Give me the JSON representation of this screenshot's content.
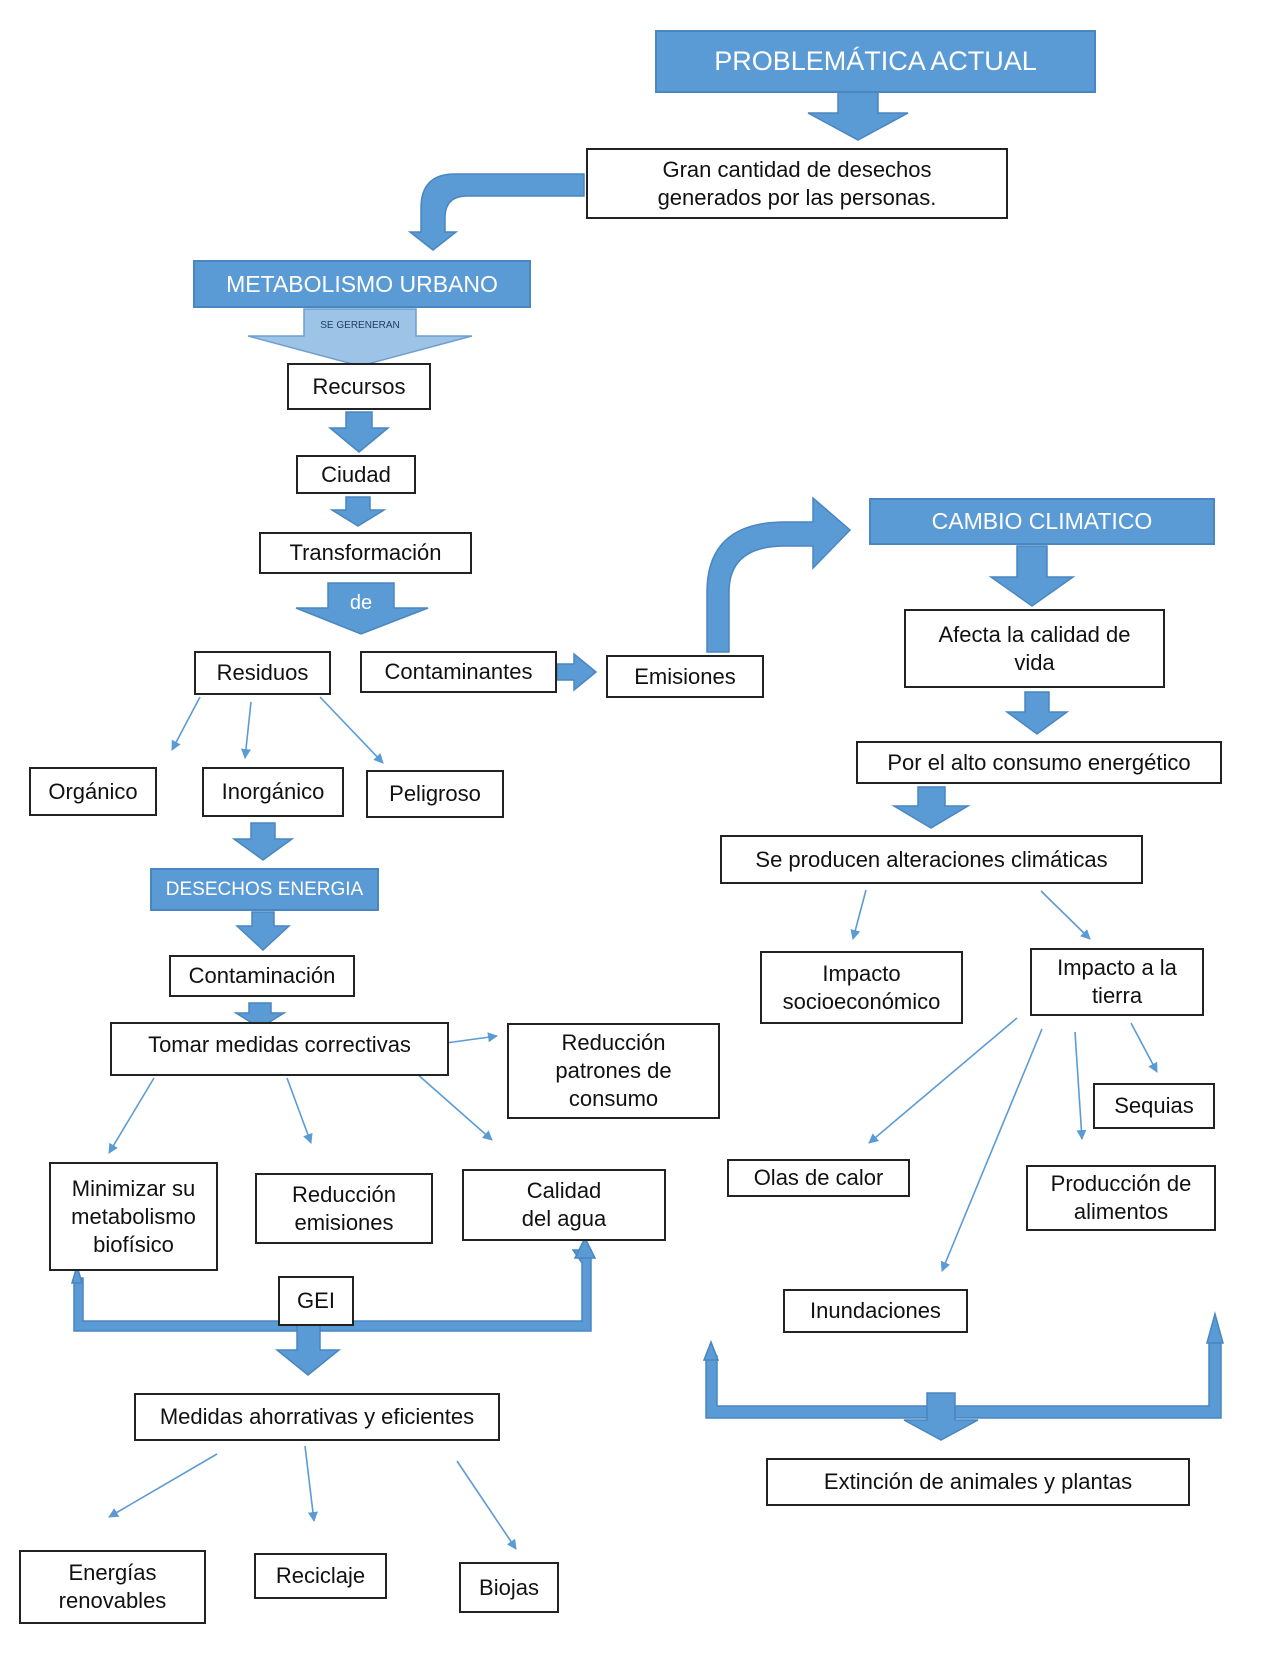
{
  "colors": {
    "accent": "#5b9bd5",
    "accent_dark": "#4a86c0",
    "accent_light": "#9dc3e6",
    "line": "#5b9bd5",
    "border": "#222222"
  },
  "headers": {
    "problematica": "PROBLEMÁTICA ACTUAL",
    "metabolismo": "METABOLISMO URBANO",
    "cambio": "CAMBIO CLIMATICO",
    "desechos": "DESECHOS ENERGIA"
  },
  "arrow_labels": {
    "se_generan": "SE GERENERAN",
    "de": "de"
  },
  "boxes": {
    "gran_cantidad": "Gran cantidad de desechos generados por las personas.",
    "recursos": "Recursos",
    "ciudad": "Ciudad",
    "transformacion": "Transformación",
    "residuos": "Residuos",
    "contaminantes": "Contaminantes",
    "emisiones": "Emisiones",
    "organico": "Orgánico",
    "inorganico": "Inorgánico",
    "peligroso": "Peligroso",
    "contaminacion": "Contaminación",
    "tomar_medidas": "Tomar medidas correctivas",
    "reduccion_patrones": "Reducción patrones de consumo",
    "minimizar": "Minimizar su metabolismo biofísico",
    "reduccion_emisiones": "Reducción emisiones",
    "calidad_agua": "Calidad del agua",
    "gei": "GEI",
    "medidas_ahorrativas": "Medidas ahorrativas y eficientes",
    "energias_renovables": "Energías renovables",
    "reciclaje": "Reciclaje",
    "biojas": "Biojas",
    "afecta_calidad": "Afecta la calidad de vida",
    "alto_consumo": "Por el alto consumo energético",
    "alteraciones": "Se producen alteraciones climáticas",
    "impacto_socio": "Impacto socioeconómico",
    "impacto_tierra": "Impacto a la tierra",
    "sequias": "Sequias",
    "olas_calor": "Olas de calor",
    "produccion_alimentos": "Producción de alimentos",
    "inundaciones": "Inundaciones",
    "extincion": "Extinción de animales y plantas"
  }
}
